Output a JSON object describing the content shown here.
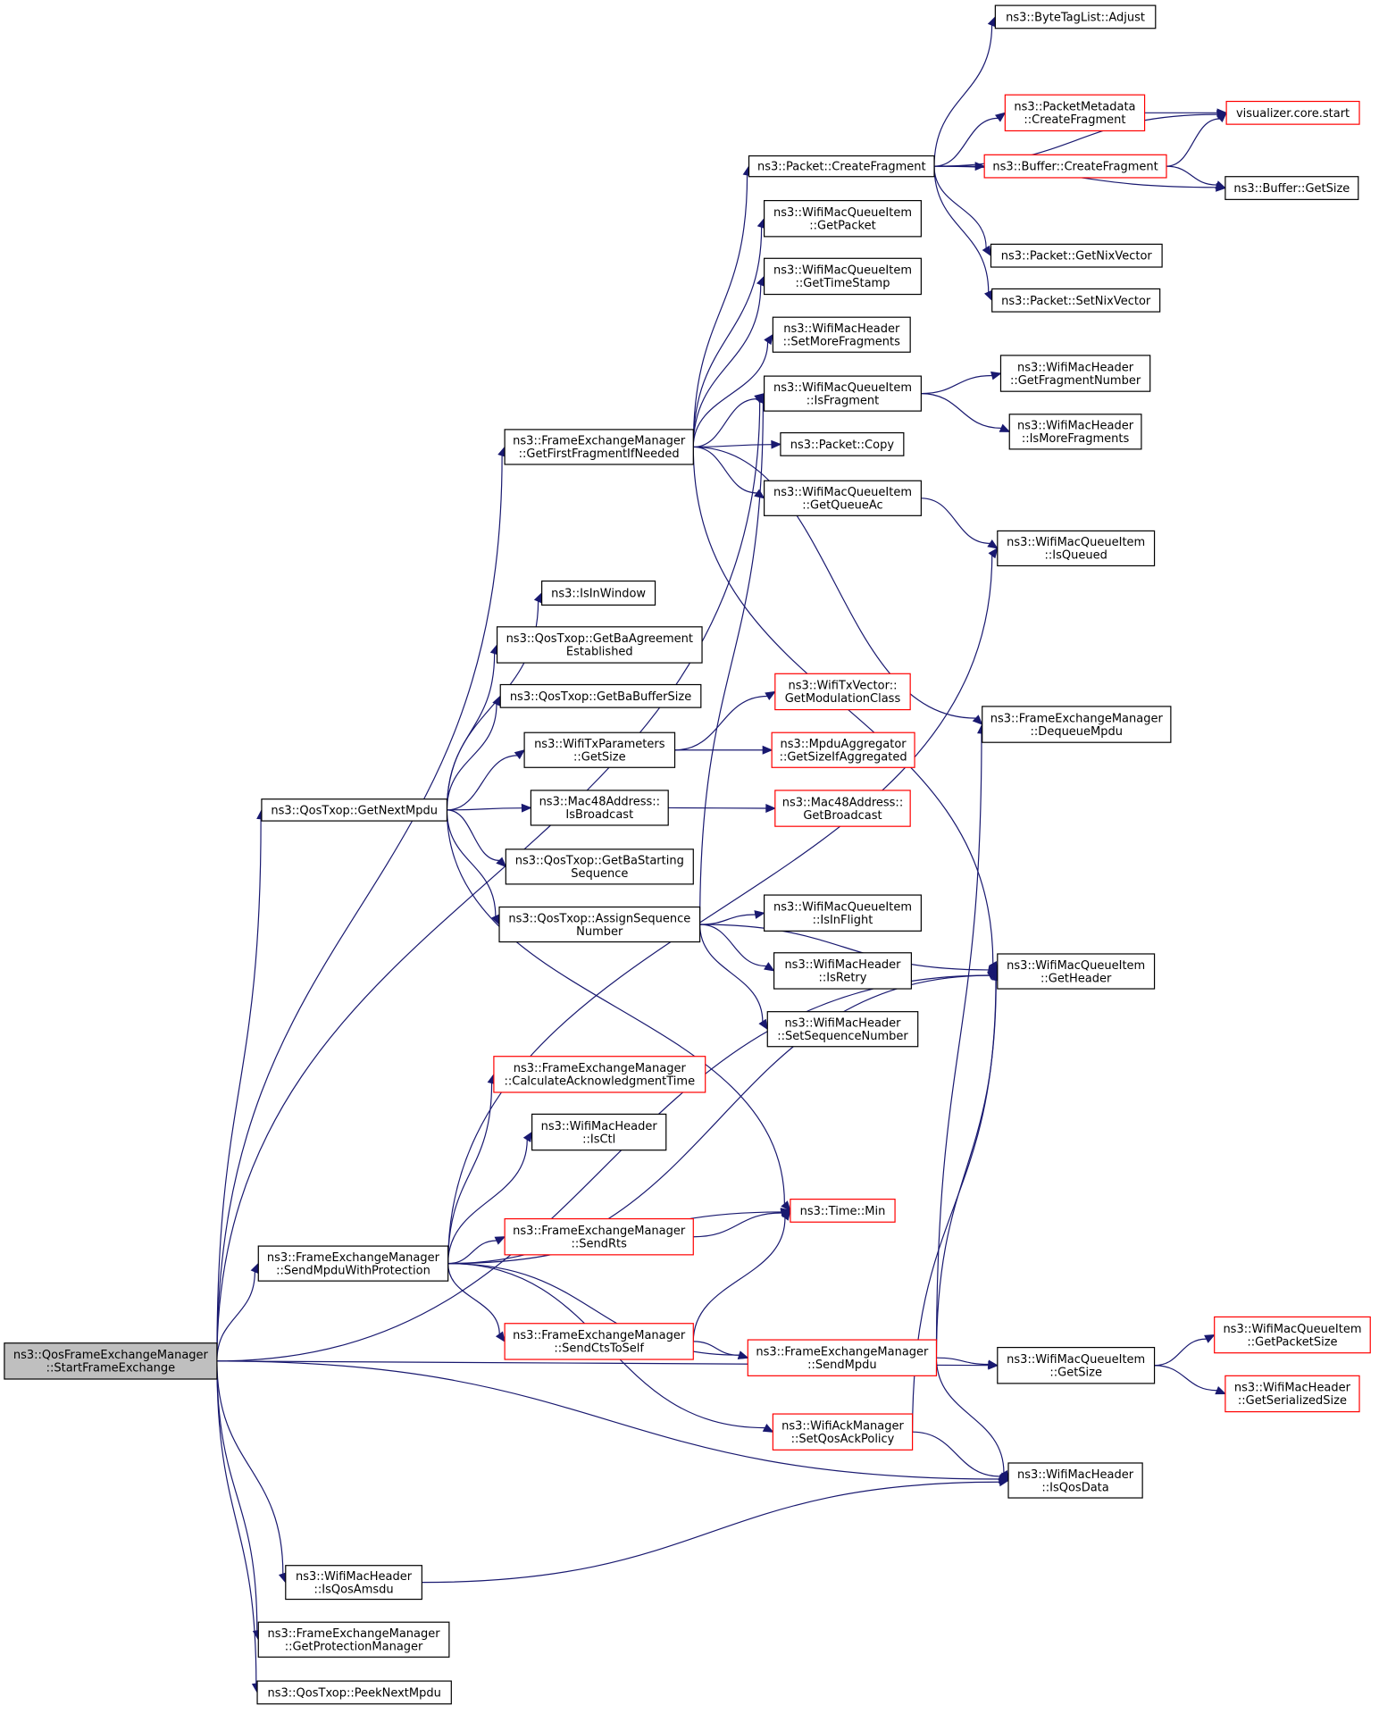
{
  "colors": {
    "edge": "#191970",
    "node_border": "#000000",
    "node_border_truncated": "#ff0000",
    "node_fill": "#ffffff",
    "root_fill": "#bfbfbf"
  },
  "nodes": [
    {
      "id": "root",
      "lines": [
        "ns3::QosFrameExchangeManager",
        "::StartFrameExchange"
      ],
      "style": "root"
    },
    {
      "id": "getFirstFragment",
      "lines": [
        "ns3::FrameExchangeManager",
        "::GetFirstFragmentIfNeeded"
      ],
      "style": "normal"
    },
    {
      "id": "getNextMpdu",
      "lines": [
        "ns3::QosTxop::GetNextMpdu"
      ],
      "style": "normal"
    },
    {
      "id": "sendMpduWithProtection",
      "lines": [
        "ns3::FrameExchangeManager",
        "::SendMpduWithProtection"
      ],
      "style": "normal"
    },
    {
      "id": "isQosAmsdu",
      "lines": [
        "ns3::WifiMacHeader",
        "::IsQosAmsdu"
      ],
      "style": "normal"
    },
    {
      "id": "getProtectionManager",
      "lines": [
        "ns3::FrameExchangeManager",
        "::GetProtectionManager"
      ],
      "style": "normal"
    },
    {
      "id": "peekNextMpdu",
      "lines": [
        "ns3::QosTxop::PeekNextMpdu"
      ],
      "style": "normal"
    },
    {
      "id": "packetCreateFragment",
      "lines": [
        "ns3::Packet::CreateFragment"
      ],
      "style": "normal"
    },
    {
      "id": "itemGetPacket",
      "lines": [
        "ns3::WifiMacQueueItem",
        "::GetPacket"
      ],
      "style": "normal"
    },
    {
      "id": "itemGetTimeStamp",
      "lines": [
        "ns3::WifiMacQueueItem",
        "::GetTimeStamp"
      ],
      "style": "normal"
    },
    {
      "id": "hdrSetMoreFragments",
      "lines": [
        "ns3::WifiMacHeader",
        "::SetMoreFragments"
      ],
      "style": "normal"
    },
    {
      "id": "itemIsFragment",
      "lines": [
        "ns3::WifiMacQueueItem",
        "::IsFragment"
      ],
      "style": "normal"
    },
    {
      "id": "packetCopy",
      "lines": [
        "ns3::Packet::Copy"
      ],
      "style": "normal"
    },
    {
      "id": "itemGetQueueAc",
      "lines": [
        "ns3::WifiMacQueueItem",
        "::GetQueueAc"
      ],
      "style": "normal"
    },
    {
      "id": "isInWindow",
      "lines": [
        "ns3::IsInWindow"
      ],
      "style": "normal"
    },
    {
      "id": "getBaAgreement",
      "lines": [
        "ns3::QosTxop::GetBaAgreement",
        "Established"
      ],
      "style": "normal"
    },
    {
      "id": "getBaBufferSize",
      "lines": [
        "ns3::QosTxop::GetBaBufferSize"
      ],
      "style": "normal"
    },
    {
      "id": "txParamsGetSize",
      "lines": [
        "ns3::WifiTxParameters",
        "::GetSize"
      ],
      "style": "normal"
    },
    {
      "id": "mac48IsBroadcast",
      "lines": [
        "ns3::Mac48Address::",
        "IsBroadcast"
      ],
      "style": "normal"
    },
    {
      "id": "getBaStartingSeq",
      "lines": [
        "ns3::QosTxop::GetBaStarting",
        "Sequence"
      ],
      "style": "normal"
    },
    {
      "id": "assignSeqNumber",
      "lines": [
        "ns3::QosTxop::AssignSequence",
        "Number"
      ],
      "style": "normal"
    },
    {
      "id": "calcAckTime",
      "lines": [
        "ns3::FrameExchangeManager",
        "::CalculateAcknowledgmentTime"
      ],
      "style": "truncated"
    },
    {
      "id": "hdrIsCtl",
      "lines": [
        "ns3::WifiMacHeader",
        "::IsCtl"
      ],
      "style": "normal"
    },
    {
      "id": "sendRts",
      "lines": [
        "ns3::FrameExchangeManager",
        "::SendRts"
      ],
      "style": "truncated"
    },
    {
      "id": "sendCtsToSelf",
      "lines": [
        "ns3::FrameExchangeManager",
        "::SendCtsToSelf"
      ],
      "style": "truncated"
    },
    {
      "id": "sendMpdu",
      "lines": [
        "ns3::FrameExchangeManager",
        "::SendMpdu"
      ],
      "style": "truncated"
    },
    {
      "id": "setQosAckPolicy",
      "lines": [
        "ns3::WifiAckManager",
        "::SetQosAckPolicy"
      ],
      "style": "truncated"
    },
    {
      "id": "timeMin",
      "lines": [
        "ns3::Time::Min"
      ],
      "style": "truncated"
    },
    {
      "id": "wifiTxVectorGetMod",
      "lines": [
        "ns3::WifiTxVector::",
        "GetModulationClass"
      ],
      "style": "truncated"
    },
    {
      "id": "mpduAggGetSize",
      "lines": [
        "ns3::MpduAggregator",
        "::GetSizeIfAggregated"
      ],
      "style": "truncated"
    },
    {
      "id": "mac48GetBroadcast",
      "lines": [
        "ns3::Mac48Address::",
        "GetBroadcast"
      ],
      "style": "truncated"
    },
    {
      "id": "itemIsInFlight",
      "lines": [
        "ns3::WifiMacQueueItem",
        "::IsInFlight"
      ],
      "style": "normal"
    },
    {
      "id": "hdrIsRetry",
      "lines": [
        "ns3::WifiMacHeader",
        "::IsRetry"
      ],
      "style": "normal"
    },
    {
      "id": "hdrSetSeqNumber",
      "lines": [
        "ns3::WifiMacHeader",
        "::SetSequenceNumber"
      ],
      "style": "normal"
    },
    {
      "id": "byteTagAdjust",
      "lines": [
        "ns3::ByteTagList::Adjust"
      ],
      "style": "normal"
    },
    {
      "id": "pktMetaCreateFrag",
      "lines": [
        "ns3::PacketMetadata",
        "::CreateFragment"
      ],
      "style": "truncated"
    },
    {
      "id": "vizCoreStart",
      "lines": [
        "visualizer.core.start"
      ],
      "style": "truncated"
    },
    {
      "id": "bufferCreateFrag",
      "lines": [
        "ns3::Buffer::CreateFragment"
      ],
      "style": "truncated"
    },
    {
      "id": "bufferGetSize",
      "lines": [
        "ns3::Buffer::GetSize"
      ],
      "style": "normal"
    },
    {
      "id": "pktGetNixVector",
      "lines": [
        "ns3::Packet::GetNixVector"
      ],
      "style": "normal"
    },
    {
      "id": "pktSetNixVector",
      "lines": [
        "ns3::Packet::SetNixVector"
      ],
      "style": "normal"
    },
    {
      "id": "hdrGetFragNumber",
      "lines": [
        "ns3::WifiMacHeader",
        "::GetFragmentNumber"
      ],
      "style": "normal"
    },
    {
      "id": "hdrIsMoreFrags",
      "lines": [
        "ns3::WifiMacHeader",
        "::IsMoreFragments"
      ],
      "style": "normal"
    },
    {
      "id": "itemIsQueued",
      "lines": [
        "ns3::WifiMacQueueItem",
        "::IsQueued"
      ],
      "style": "normal"
    },
    {
      "id": "dequeueMpdu",
      "lines": [
        "ns3::FrameExchangeManager",
        "::DequeueMpdu"
      ],
      "style": "normal"
    },
    {
      "id": "itemGetHeader",
      "lines": [
        "ns3::WifiMacQueueItem",
        "::GetHeader"
      ],
      "style": "normal"
    },
    {
      "id": "itemGetSize",
      "lines": [
        "ns3::WifiMacQueueItem",
        "::GetSize"
      ],
      "style": "normal"
    },
    {
      "id": "hdrIsQosData",
      "lines": [
        "ns3::WifiMacHeader",
        "::IsQosData"
      ],
      "style": "normal"
    },
    {
      "id": "itemGetPacketSize",
      "lines": [
        "ns3::WifiMacQueueItem",
        "::GetPacketSize"
      ],
      "style": "truncated"
    },
    {
      "id": "hdrGetSerializedSize",
      "lines": [
        "ns3::WifiMacHeader",
        "::GetSerializedSize"
      ],
      "style": "truncated"
    }
  ],
  "edges": [
    {
      "from": "root",
      "to": "itemIsFragment"
    },
    {
      "from": "root",
      "to": "getFirstFragment"
    },
    {
      "from": "root",
      "to": "itemGetHeader"
    },
    {
      "from": "root",
      "to": "getNextMpdu"
    },
    {
      "from": "root",
      "to": "sendMpduWithProtection"
    },
    {
      "from": "root",
      "to": "itemGetSize"
    },
    {
      "from": "root",
      "to": "hdrIsQosData"
    },
    {
      "from": "root",
      "to": "isQosAmsdu"
    },
    {
      "from": "root",
      "to": "getProtectionManager"
    },
    {
      "from": "root",
      "to": "peekNextMpdu"
    },
    {
      "from": "getFirstFragment",
      "to": "packetCreateFragment"
    },
    {
      "from": "getFirstFragment",
      "to": "itemGetPacket"
    },
    {
      "from": "getFirstFragment",
      "to": "itemGetTimeStamp"
    },
    {
      "from": "getFirstFragment",
      "to": "hdrSetMoreFragments"
    },
    {
      "from": "getFirstFragment",
      "to": "itemIsFragment"
    },
    {
      "from": "getFirstFragment",
      "to": "packetCopy"
    },
    {
      "from": "getFirstFragment",
      "to": "itemGetQueueAc"
    },
    {
      "from": "getFirstFragment",
      "to": "dequeueMpdu"
    },
    {
      "from": "getFirstFragment",
      "to": "itemGetHeader"
    },
    {
      "from": "packetCreateFragment",
      "to": "byteTagAdjust"
    },
    {
      "from": "packetCreateFragment",
      "to": "vizCoreStart"
    },
    {
      "from": "packetCreateFragment",
      "to": "pktMetaCreateFrag"
    },
    {
      "from": "packetCreateFragment",
      "to": "bufferCreateFrag"
    },
    {
      "from": "packetCreateFragment",
      "to": "bufferGetSize"
    },
    {
      "from": "packetCreateFragment",
      "to": "pktGetNixVector"
    },
    {
      "from": "packetCreateFragment",
      "to": "pktSetNixVector"
    },
    {
      "from": "pktMetaCreateFrag",
      "to": "vizCoreStart"
    },
    {
      "from": "bufferCreateFrag",
      "to": "vizCoreStart"
    },
    {
      "from": "bufferCreateFrag",
      "to": "bufferGetSize"
    },
    {
      "from": "itemIsFragment",
      "to": "hdrGetFragNumber"
    },
    {
      "from": "itemIsFragment",
      "to": "hdrIsMoreFrags"
    },
    {
      "from": "itemGetQueueAc",
      "to": "itemIsQueued"
    },
    {
      "from": "getNextMpdu",
      "to": "isInWindow"
    },
    {
      "from": "getNextMpdu",
      "to": "getBaAgreement"
    },
    {
      "from": "getNextMpdu",
      "to": "getBaBufferSize"
    },
    {
      "from": "getNextMpdu",
      "to": "txParamsGetSize"
    },
    {
      "from": "getNextMpdu",
      "to": "mac48IsBroadcast"
    },
    {
      "from": "getNextMpdu",
      "to": "getBaStartingSeq"
    },
    {
      "from": "getNextMpdu",
      "to": "assignSeqNumber"
    },
    {
      "from": "getNextMpdu",
      "to": "timeMin"
    },
    {
      "from": "txParamsGetSize",
      "to": "wifiTxVectorGetMod"
    },
    {
      "from": "txParamsGetSize",
      "to": "mpduAggGetSize"
    },
    {
      "from": "mac48IsBroadcast",
      "to": "mac48GetBroadcast"
    },
    {
      "from": "assignSeqNumber",
      "to": "itemIsFragment"
    },
    {
      "from": "assignSeqNumber",
      "to": "itemGetHeader"
    },
    {
      "from": "assignSeqNumber",
      "to": "itemIsInFlight"
    },
    {
      "from": "assignSeqNumber",
      "to": "hdrIsRetry"
    },
    {
      "from": "assignSeqNumber",
      "to": "hdrSetSeqNumber"
    },
    {
      "from": "sendMpduWithProtection",
      "to": "itemGetHeader"
    },
    {
      "from": "sendMpduWithProtection",
      "to": "calcAckTime"
    },
    {
      "from": "sendMpduWithProtection",
      "to": "hdrIsCtl"
    },
    {
      "from": "sendMpduWithProtection",
      "to": "timeMin"
    },
    {
      "from": "sendMpduWithProtection",
      "to": "sendRts"
    },
    {
      "from": "sendMpduWithProtection",
      "to": "itemIsQueued"
    },
    {
      "from": "sendMpduWithProtection",
      "to": "sendCtsToSelf"
    },
    {
      "from": "sendMpduWithProtection",
      "to": "sendMpdu"
    },
    {
      "from": "sendMpduWithProtection",
      "to": "setQosAckPolicy"
    },
    {
      "from": "sendRts",
      "to": "timeMin"
    },
    {
      "from": "sendCtsToSelf",
      "to": "timeMin"
    },
    {
      "from": "sendCtsToSelf",
      "to": "sendMpdu"
    },
    {
      "from": "sendMpdu",
      "to": "dequeueMpdu"
    },
    {
      "from": "sendMpdu",
      "to": "itemGetHeader"
    },
    {
      "from": "sendMpdu",
      "to": "itemGetSize"
    },
    {
      "from": "sendMpdu",
      "to": "hdrIsQosData"
    },
    {
      "from": "setQosAckPolicy",
      "to": "itemGetHeader"
    },
    {
      "from": "setQosAckPolicy",
      "to": "hdrIsQosData"
    },
    {
      "from": "isQosAmsdu",
      "to": "hdrIsQosData"
    },
    {
      "from": "itemGetSize",
      "to": "itemGetPacketSize"
    },
    {
      "from": "itemGetSize",
      "to": "hdrGetSerializedSize"
    }
  ]
}
